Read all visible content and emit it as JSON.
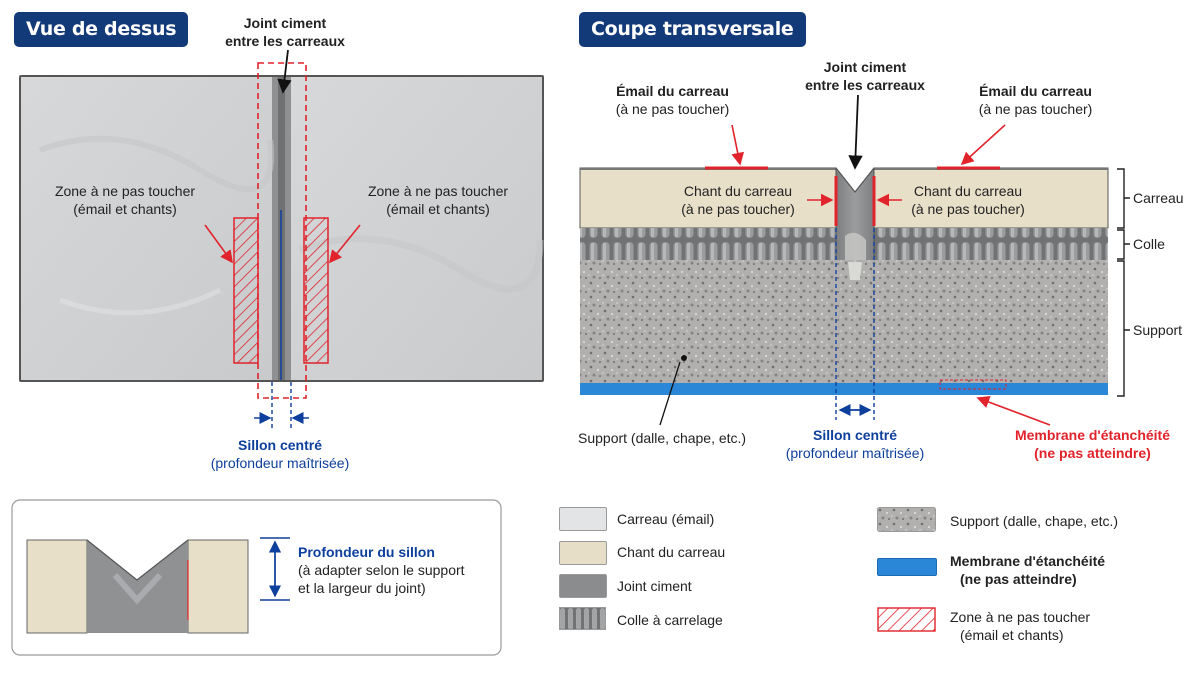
{
  "top_view": {
    "title": "Vue de dessus",
    "joint_label": [
      "Joint ciment",
      "entre les carreaux"
    ],
    "zone_left": [
      "Zone à ne pas toucher",
      "(émail et chants)"
    ],
    "zone_right": [
      "Zone à ne pas toucher",
      "(émail et chants)"
    ],
    "groove": [
      "Sillon centré",
      "(profondeur maîtrisée)"
    ]
  },
  "cross_section": {
    "title": "Coupe transversale",
    "joint_label": [
      "Joint ciment",
      "entre les carreaux"
    ],
    "enamel_left": [
      "Émail du carreau",
      "(à ne pas toucher)"
    ],
    "enamel_right": [
      "Émail du carreau",
      "(à ne pas toucher)"
    ],
    "edge_left": [
      "Chant du carreau",
      "(à ne pas toucher)"
    ],
    "edge_right": [
      "Chant du carreau",
      "(à ne pas toucher)"
    ],
    "layers": {
      "tile": "Carreau",
      "glue": "Colle",
      "support": "Support"
    },
    "support_label": "Support (dalle, chape, etc.)",
    "groove": [
      "Sillon centré",
      "(profondeur maîtrisée)"
    ],
    "membrane": [
      "Membrane d'étanchéité",
      "(ne pas atteindre)"
    ]
  },
  "detail": {
    "title": "Profondeur du sillon",
    "text": [
      "(à adapter selon le support",
      "et la largeur du joint)"
    ]
  },
  "legend": {
    "items": [
      {
        "label": "Carreau (émail)",
        "swatch": "tile-enamel"
      },
      {
        "label": "Chant du carreau",
        "swatch": "tile-edge"
      },
      {
        "label": "Joint ciment",
        "swatch": "cement-joint"
      },
      {
        "label": "Colle à carrelage",
        "swatch": "tile-glue"
      },
      {
        "label": "Support (dalle, chape, etc.)",
        "swatch": "support"
      },
      {
        "label": [
          "Membrane d'étanchéité",
          "(ne pas atteindre)"
        ],
        "swatch": "membrane"
      },
      {
        "label": [
          "Zone à ne pas toucher",
          "(émail et chants)"
        ],
        "swatch": "hatch-zone"
      }
    ]
  },
  "colors": {
    "navy": "#123a78",
    "blue": "#0d3f9c",
    "red": "#e1232b",
    "membrane": "#2a86d6",
    "tile_edge": "#e7dec8",
    "tile_enamel": "#d7d9db",
    "cement": "#8a8c8e",
    "support": "#aeadab"
  }
}
